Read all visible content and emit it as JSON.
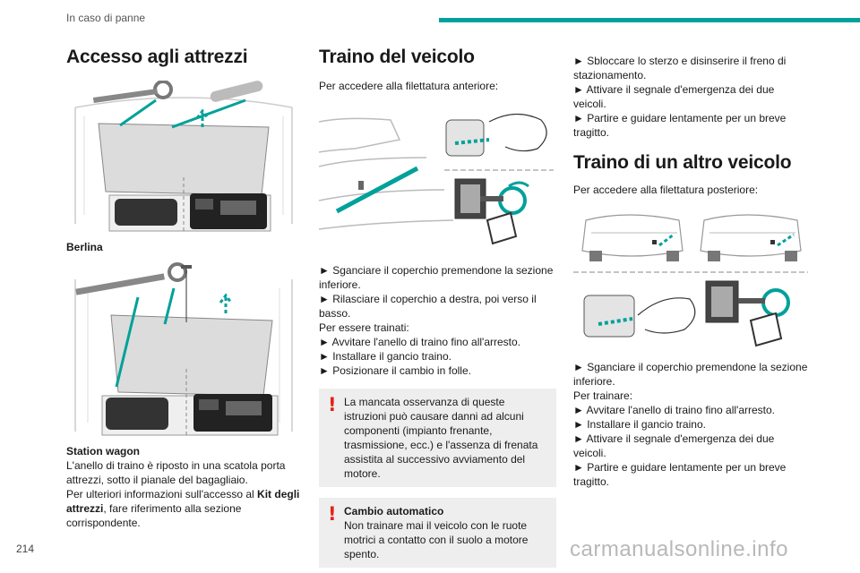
{
  "header": {
    "section": "In caso di panne",
    "accent_color": "#00a19a"
  },
  "page_number": "214",
  "watermark": "carmanualsonline.info",
  "col1": {
    "title": "Accesso agli attrezzi",
    "caption1": "Berlina",
    "caption2": "Station wagon",
    "body_line1": "L'anello di traino è riposto in una scatola porta attrezzi, sotto il pianale del bagagliaio.",
    "body_line2_pre": "Per ulteriori informazioni sull'accesso al ",
    "body_line2_bold": "Kit degli attrezzi",
    "body_line2_post": ", fare riferimento alla sezione corrispondente."
  },
  "col2": {
    "title": "Traino del veicolo",
    "intro": "Per accedere alla filettatura anteriore:",
    "steps1": [
      "► Sganciare il coperchio premendone la sezione inferiore.",
      "► Rilasciare il coperchio a destra, poi verso il basso."
    ],
    "sub": "Per essere trainati:",
    "steps2": [
      "► Avvitare l'anello di traino fino all'arresto.",
      "► Installare il gancio traino.",
      "► Posizionare il cambio in folle."
    ],
    "warn1": "La mancata osservanza di queste istruzioni può causare danni ad alcuni componenti (impianto frenante, trasmissione, ecc.) e l'assenza di frenata assistita al successivo avviamento del motore.",
    "warn2_title": "Cambio automatico",
    "warn2_text": "Non trainare mai il veicolo con le ruote motrici a contatto con il suolo a motore spento."
  },
  "col3": {
    "steps_top": [
      "► Sbloccare lo sterzo e disinserire il freno di stazionamento.",
      "► Attivare il segnale d'emergenza dei due veicoli.",
      "► Partire e guidare lentamente per un breve tragitto."
    ],
    "title": "Traino di un altro veicolo",
    "intro": "Per accedere alla filettatura posteriore:",
    "step_first": "► Sganciare il coperchio premendone la sezione inferiore.",
    "sub": "Per trainare:",
    "steps": [
      "► Avvitare l'anello di traino fino all'arresto.",
      "► Installare il gancio traino.",
      "► Attivare il segnale d'emergenza dei due veicoli.",
      "► Partire e guidare lentamente per un breve tragitto."
    ]
  }
}
